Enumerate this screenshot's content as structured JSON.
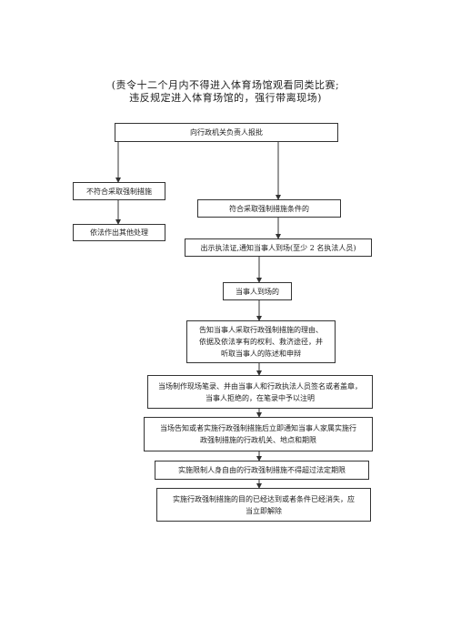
{
  "header": {
    "line1": "(责令十二个月内不得进入体育场馆观看同类比赛;",
    "line2": "违反规定进入体育场馆的，强行带离现场)"
  },
  "flow": {
    "report": "向行政机关负责人报批",
    "not_meet": "不符合采取强制措施",
    "other_handling": "依法作出其他处理",
    "meet": "符合采取强制措施条件的",
    "show_id": "出示执法证,通知当事人到场(至少 2 名执法人员)",
    "party_present": "当事人到场的",
    "inform": {
      "line1": "告知当事人采取行政强制措施的理由、",
      "line2": "依据及依法享有的权利、救济途径，并",
      "line3": "听取当事人的陈述和申辩"
    },
    "record": {
      "line1": "当场制作现场笔录、并由当事人和行政执法人员签名或者盖章，",
      "line2": "当事人拒绝的，在笔录中予以注明"
    },
    "notify_family": {
      "line1": "当场告知或者实施行政强制措施后立即通知当事人家属实施行",
      "line2": "政强制措施的行政机关、地点和期限"
    },
    "time_limit": "实施限制人身自由的行政强制措施不得超过法定期限",
    "release": {
      "line1": "实施行政强制措施的目的已经达到或者条件已经消失，应",
      "line2": "当立即解除"
    }
  }
}
